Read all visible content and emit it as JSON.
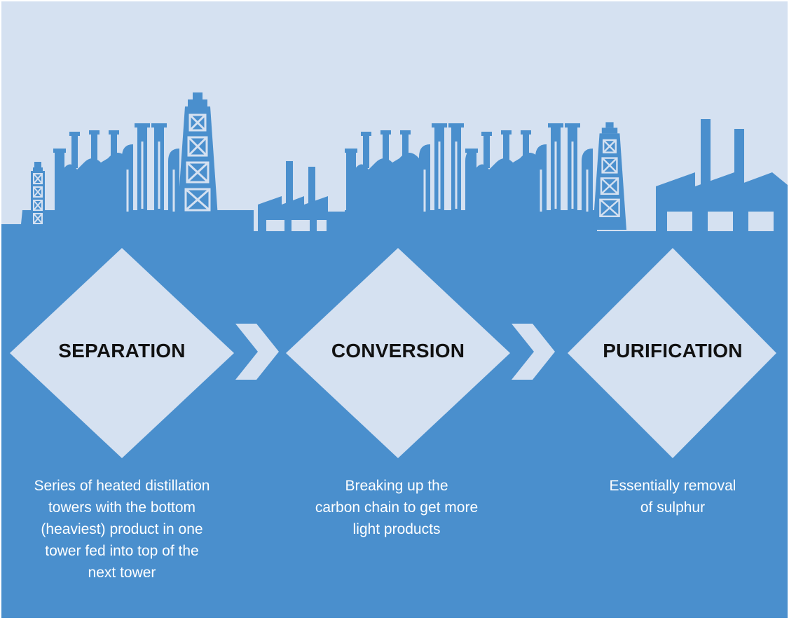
{
  "colors": {
    "sky": "#d5e1f1",
    "blue": "#4a8fcd",
    "diamond": "#d5e1f1",
    "text_dark": "#111111",
    "text_light": "#ffffff"
  },
  "stages": [
    {
      "label": "SEPARATION",
      "description": "Series of heated distillation\ntowers with the bottom\n(heaviest) product in one\ntower fed into top of the\nnext tower"
    },
    {
      "label": "CONVERSION",
      "description": "Breaking up the\ncarbon chain to get more\nlight products"
    },
    {
      "label": "PURIFICATION",
      "description": "Essentially removal\nof sulphur"
    }
  ],
  "arrows": [
    "chevron-right-icon",
    "chevron-right-icon"
  ],
  "skyline_icons": [
    "oil-derrick-icon",
    "refinery-unit-icon",
    "factory-icon"
  ]
}
